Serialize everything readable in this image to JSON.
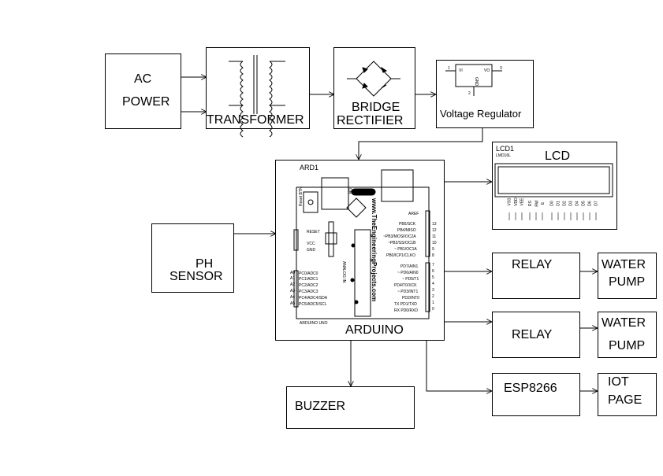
{
  "blocks": {
    "ac_power": {
      "line1": "AC",
      "line2": "POWER"
    },
    "transformer": {
      "label": "TRANSFORMER"
    },
    "bridge": {
      "line1": "BRIDGE",
      "line2": "RECTIFIER"
    },
    "regulator": {
      "label": "Voltage Regulator",
      "pin_vi": "VI",
      "pin_vo": "VO",
      "pin_gnd": "GND",
      "pin1": "1",
      "pin2": "2",
      "pin3": "3"
    },
    "lcd": {
      "ref": "LCD1",
      "model": "LMD16L",
      "label": "LCD",
      "pins": [
        "VSS",
        "VDD",
        "VEE",
        "RS",
        "RW",
        "E",
        "D0",
        "D1",
        "D2",
        "D3",
        "D4",
        "D5",
        "D6",
        "D7"
      ]
    },
    "arduino": {
      "ref": "ARD1",
      "label": "ARDUINO",
      "board": "ARDUINO UNO",
      "url": "www.TheEngineeringProjects.com",
      "on": "ON",
      "reset_btn": "Reset BTN",
      "aref": "AREF",
      "analog_in": "ANALOG IN",
      "power_pins": [
        "RESET",
        "VCC",
        "GND"
      ],
      "analog_pins": [
        {
          "pin": "A0",
          "name": "PC0/ADC0"
        },
        {
          "pin": "A1",
          "name": "PC1/ADC1"
        },
        {
          "pin": "A2",
          "name": "PC2/ADC2"
        },
        {
          "pin": "A3",
          "name": "PC3/ADC3"
        },
        {
          "pin": "A4",
          "name": "PC4/ADC4/SDA"
        },
        {
          "pin": "A5",
          "name": "PC5/ADC5/SCL"
        }
      ],
      "digital_top": [
        {
          "num": "13",
          "name": "PB5/SCK"
        },
        {
          "num": "12",
          "name": "PB4/MISO"
        },
        {
          "num": "11",
          "name": "~PB3/MOSI/OC2A"
        },
        {
          "num": "10",
          "name": "~PB2/SS/OC1B"
        },
        {
          "num": "9",
          "name": "~ PB1/OC1A"
        },
        {
          "num": "8",
          "name": "PB0/ICP1/CLKO"
        }
      ],
      "digital_bottom": [
        {
          "num": "7",
          "name": "PD7/AIN1"
        },
        {
          "num": "6",
          "name": "~ PD6/AIN0"
        },
        {
          "num": "5",
          "name": "~ PD5/T1"
        },
        {
          "num": "4",
          "name": "PD4/T0/XCK"
        },
        {
          "num": "3",
          "name": "~ PD3/INT1"
        },
        {
          "num": "2",
          "name": "PD2/INT0"
        },
        {
          "num": "1",
          "name": "TX PD1/TXD"
        },
        {
          "num": "0",
          "name": "RX PD0/RXD"
        }
      ]
    },
    "ph_sensor": {
      "line1": "PH",
      "line2": "SENSOR"
    },
    "relay1": {
      "label": "RELAY"
    },
    "relay2": {
      "label": "RELAY"
    },
    "pump1": {
      "line1": "WATER",
      "line2": "PUMP"
    },
    "pump2": {
      "line1": "WATER",
      "line2": "PUMP"
    },
    "buzzer": {
      "label": "BUZZER"
    },
    "esp": {
      "label": "ESP8266"
    },
    "iot": {
      "line1": "IOT",
      "line2": "PAGE"
    }
  }
}
